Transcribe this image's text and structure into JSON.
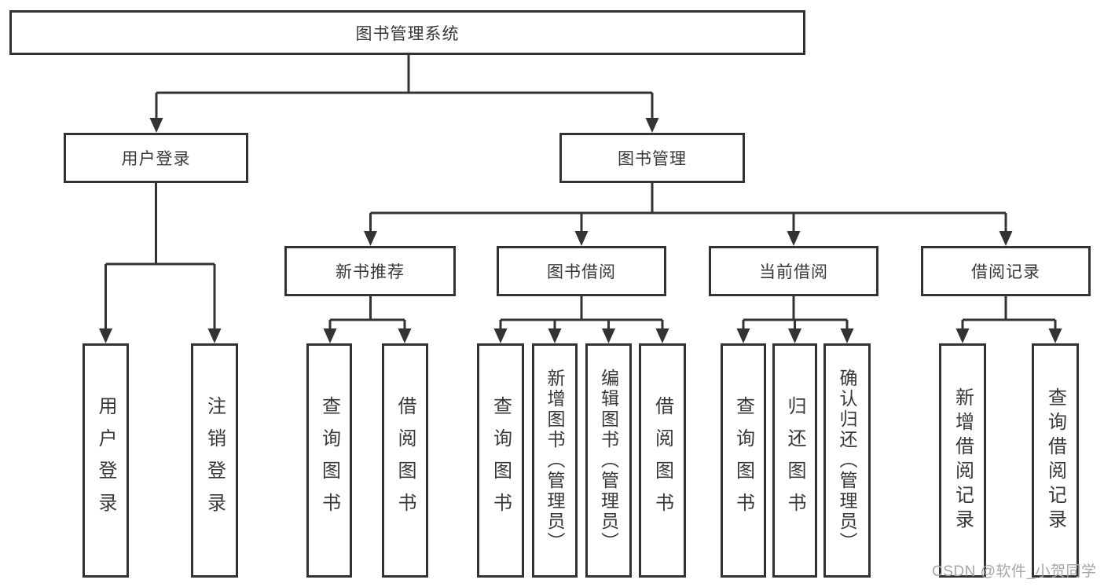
{
  "diagram": {
    "nodes": {
      "root": "图书管理系统",
      "user_login": "用户登录",
      "book_mgmt": "图书管理",
      "new_book": "新书推荐",
      "book_borrow": "图书借阅",
      "current_borrow": "当前借阅",
      "borrow_records": "借阅记录",
      "leaf_user_login": "用户登录",
      "leaf_logout": "注销登录",
      "leaf_nb_query": "查询图书",
      "leaf_nb_borrow": "借阅图书",
      "leaf_bw_query": "查询图书",
      "leaf_bw_add": "新增图书（管理员）",
      "leaf_bw_edit": "编辑图书（管理员）",
      "leaf_bw_borrow": "借阅图书",
      "leaf_cu_query": "查询图书",
      "leaf_cu_return": "归还图书",
      "leaf_cu_confirm": "确认归还（管理员）",
      "leaf_re_add": "新增借阅记录",
      "leaf_re_query": "查询借阅记录"
    },
    "colors": {
      "line": "#333333",
      "text": "#383838",
      "watermark": "#a6a6a6",
      "background": "#ffffff"
    }
  },
  "watermark": "CSDN @软件_小贺同学"
}
